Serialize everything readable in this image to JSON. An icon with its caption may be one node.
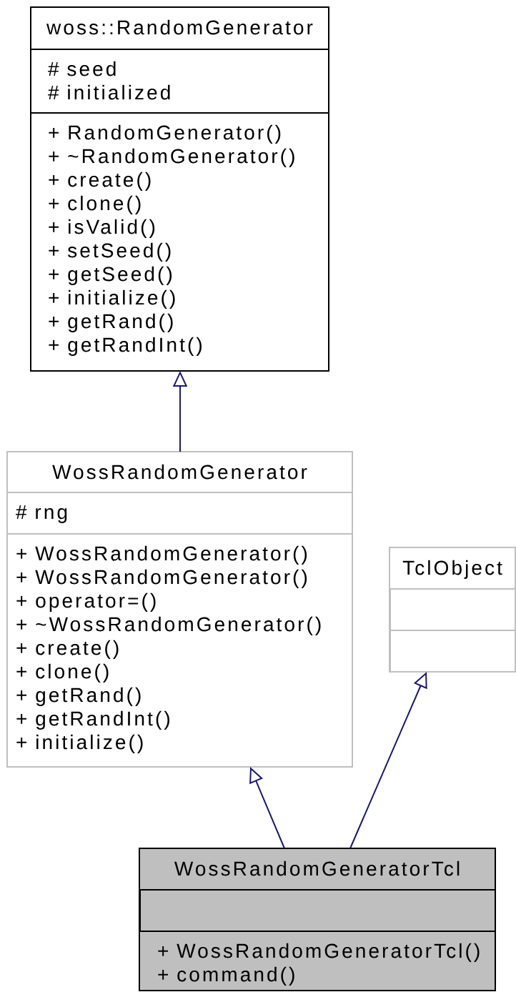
{
  "diagram": {
    "nodes": [
      {
        "text": [
          "woss::RandomGenerator"
        ]
      },
      {
        "text": [
          "# seed",
          "# initialized"
        ],
        "in": 0
      },
      {
        "text": [
          "+ RandomGenerator()",
          "+ ~RandomGenerator()",
          "+ create()",
          "+ clone()",
          "+ isValid()",
          "+ setSeed()",
          "+ getSeed()",
          "+ initialize()",
          "+ getRand()",
          "+ getRandInt()"
        ],
        "in": 0
      },
      {
        "text": [
          "WossRandomGenerator"
        ]
      },
      {
        "text": [
          "# rng"
        ],
        "in": 3
      },
      {
        "text": [
          "+ WossRandomGenerator()",
          "+ WossRandomGenerator()",
          "+ operator=()",
          "+ ~WossRandomGenerator()",
          "+ create()",
          "+ clone()",
          "+ getRand()",
          "+ getRandInt()",
          "+ initialize()"
        ],
        "in": 3
      },
      {
        "text": [
          "TclObject"
        ]
      },
      {
        "text": [],
        "shape": "box",
        "in": 6
      },
      {
        "text": [],
        "shape": "box",
        "in": 6
      },
      {
        "text": [
          "WossRandomGeneratorTcl"
        ]
      },
      {
        "text": [],
        "shape": "box",
        "in": 9
      },
      {
        "text": [
          "+ WossRandomGeneratorTcl()",
          "+ command()"
        ],
        "in": 9
      }
    ],
    "edges": [
      {
        "from": 3,
        "to": 0,
        "arrow": "to"
      },
      {
        "from": 9,
        "to": 3,
        "arrow": "to"
      },
      {
        "from": 9,
        "to": 6,
        "arrow": "to"
      }
    ]
  }
}
